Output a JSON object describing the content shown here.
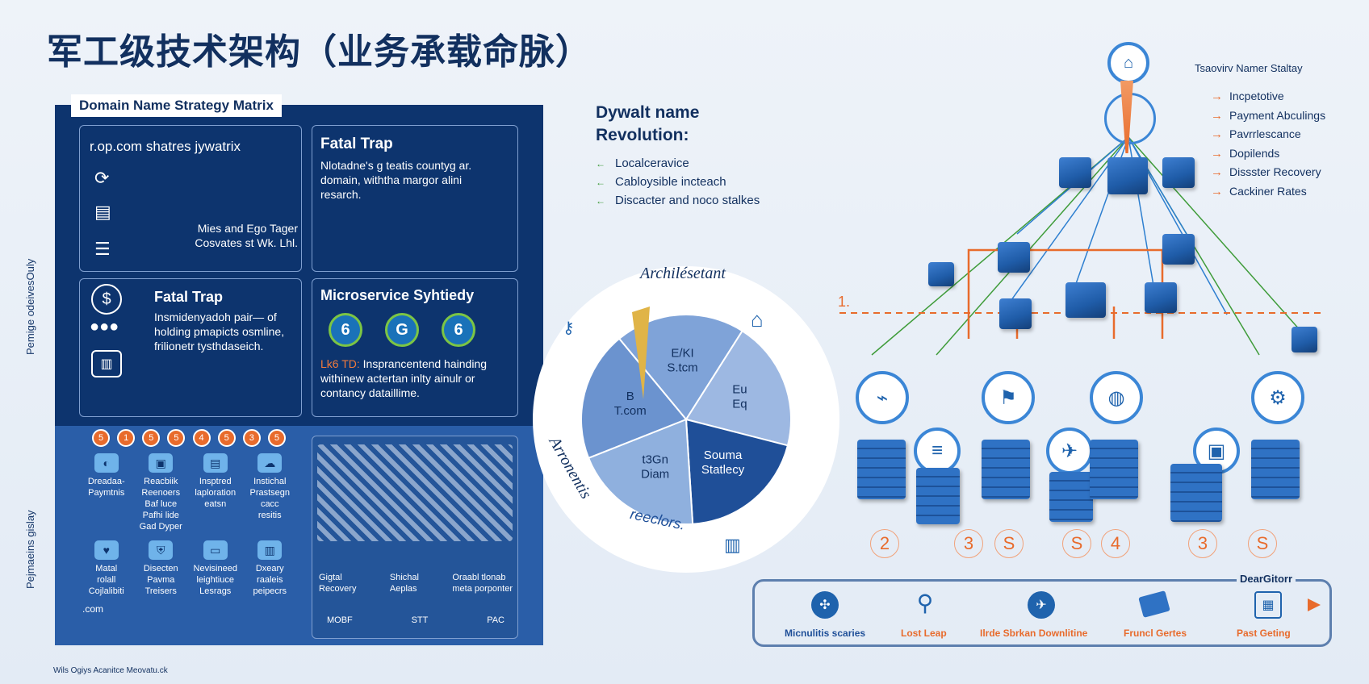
{
  "title": "军工级技术架构（业务承载命脉）",
  "side_labels": {
    "left_top": "Pemige odeivesOuly",
    "left_bottom": "Pejmaeins gislay"
  },
  "matrix": {
    "title": "Domain Name Strategy Matrix",
    "card1": {
      "heading": "r.op.com shatres jywatrix",
      "note": "Mies and Ego Tager\nCosvates st Wk. Lhl."
    },
    "card2": {
      "heading": "Fatal Trap",
      "body": "Nlotadne's g teatis countyg ar.\ndomain, withtha margor alini\nresarch."
    },
    "card3": {
      "heading": "Fatal Trap",
      "body": "Insmidenyadoh pair— of\nholding pmapicts osmline,\nfrilionetr tysthdaseich."
    },
    "card4": {
      "heading": "Microservice Syhtiedy",
      "badges": [
        "6",
        "G",
        "6"
      ],
      "body_prefix": "Lk6 TD:",
      "body": " Insprancentend hainding\nwithinew actertan inlty ainulr or\ncontancy dataillime."
    },
    "numbers": [
      "5",
      "1",
      "5",
      "5",
      "4",
      "5",
      "3",
      "5"
    ],
    "grid": [
      {
        "label": "Dreadaa-\nPaymtnis"
      },
      {
        "label": "Reacbiik\nReenoers\nBaf luce\nPafhi lide\nGad Dyper"
      },
      {
        "label": "Insptred\nlaploration\neatsn"
      },
      {
        "label": "Instichal\nPrastsegn\ncacc\nresitis"
      },
      {
        "label": "Matal\nrolall\nCojlalibiti"
      },
      {
        "label": "Disecten\nPavma\nTreisers"
      },
      {
        "label": "Nevisineed\nleightiuce\nLesrags"
      },
      {
        "label": "Dxeary\nraaleis\npeipecrs"
      }
    ],
    "dotcom": ".com",
    "recovery": [
      {
        "label": "Gigtal\nRecovery"
      },
      {
        "label": "Shichal\nAeplas"
      },
      {
        "label": "Oraabl tlonab\nmeta porponter"
      }
    ],
    "footer_tags": [
      "MOBF",
      "STT",
      "PAC"
    ]
  },
  "middle": {
    "heading": "Dywalt name\nRevolution:",
    "bullets": [
      "Localceravice",
      "Cabloysible incteach",
      "Discacter and noco stalkes"
    ]
  },
  "pie": {
    "top_label": "Archilésetant",
    "left_label": "Arronentis",
    "slices": [
      {
        "label": "E/KI\nS.tcm",
        "color": "#7fa3d8"
      },
      {
        "label": "Eu\nEq",
        "color": "#9db8e2"
      },
      {
        "label": "Souma\nStatlecy",
        "color": "#1f4f98"
      },
      {
        "label": "t3Gn\nDiam",
        "color": "#8fb0de"
      },
      {
        "label": "B\nT.com",
        "color": "#6b93cf"
      }
    ],
    "bottom_label": "reeclors.",
    "bottom_label_color": "#1f4f98"
  },
  "right": {
    "header": "Tsaovirv Namer Staltay",
    "list": [
      "Incpetotive",
      "Payment Abculings",
      "Pavrrlescance",
      "Dopilends",
      "Dissster Recovery",
      "Cackiner Rates"
    ],
    "orange_numbers": [
      "2",
      "3",
      "S",
      "S",
      "4",
      "3",
      "S"
    ],
    "pipeline": {
      "tag": "DearGitorr",
      "steps": [
        {
          "label": "Micnulitis scaries",
          "color": "#1f4f98"
        },
        {
          "label": "Lost Leap",
          "color": "#e86b2c"
        },
        {
          "label": "Ilrde Sbrkan Downlitine",
          "color": "#e86b2c"
        },
        {
          "label": "Fruncl Gertes",
          "color": "#e86b2c"
        },
        {
          "label": "Past Geting",
          "color": "#e86b2c"
        }
      ]
    },
    "corner_number": "1."
  },
  "footer": "Wils Ogiys Acanitce Meovatu.ck",
  "colors": {
    "navy": "#0d346e",
    "mid_blue": "#2a5ea8",
    "orange": "#e86b2c",
    "green": "#3f9c3a"
  }
}
